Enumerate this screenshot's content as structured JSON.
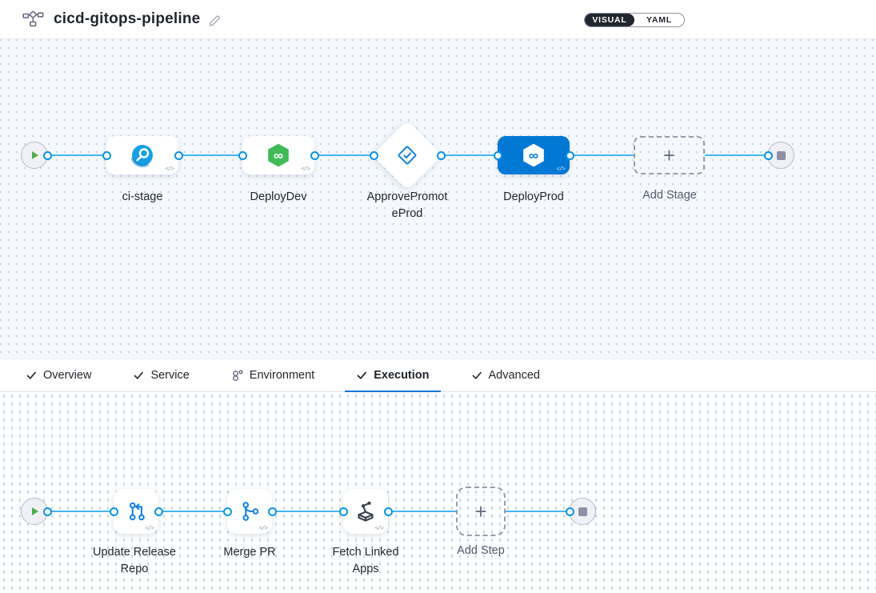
{
  "header": {
    "title": "cicd-gitops-pipeline",
    "toggle": {
      "visual": "VISUAL",
      "yaml": "YAML"
    }
  },
  "pipeline": {
    "stages": [
      {
        "label": "ci-stage",
        "icon": "ci-build-icon",
        "selected": false
      },
      {
        "label": "DeployDev",
        "icon": "cd-hexagon-icon",
        "selected": false
      },
      {
        "label": "ApprovePromoteProd",
        "icon": "approval-icon",
        "selected": false
      },
      {
        "label": "DeployProd",
        "icon": "cd-hexagon-icon",
        "selected": true
      }
    ],
    "add_stage_label": "Add Stage"
  },
  "tabs": [
    {
      "label": "Overview",
      "icon": "check-icon",
      "active": false
    },
    {
      "label": "Service",
      "icon": "check-icon",
      "active": false
    },
    {
      "label": "Environment",
      "icon": "environment-icon",
      "active": false
    },
    {
      "label": "Execution",
      "icon": "check-icon",
      "active": true
    },
    {
      "label": "Advanced",
      "icon": "check-icon",
      "active": false
    }
  ],
  "execution": {
    "steps": [
      {
        "label": "Update Release Repo",
        "icon": "git-update-icon"
      },
      {
        "label": "Merge PR",
        "icon": "git-merge-icon"
      },
      {
        "label": "Fetch Linked Apps",
        "icon": "fetch-apps-icon"
      }
    ],
    "add_step_label": "Add Step"
  },
  "glyphs": {
    "code": "</>",
    "plus": "+",
    "infinity": "∞"
  },
  "colors": {
    "accent_blue": "#0278d5",
    "line_blue": "#45b5f4",
    "port_blue": "#0a93e1",
    "success_green": "#42ba57",
    "toggle_dark": "#22262e",
    "canvas_top_bg": "#f5f9fd",
    "play_green": "#53ad4c",
    "stop_gray": "#8f90a5"
  }
}
